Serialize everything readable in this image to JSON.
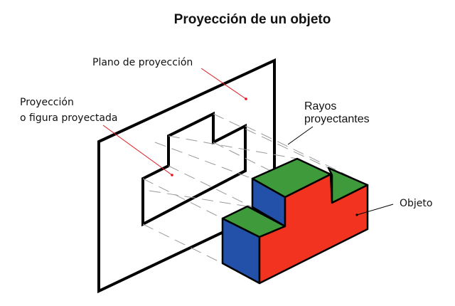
{
  "title": "Proyección de un objeto",
  "labels": {
    "plane": "Plano de proyección",
    "projection_line1": "Proyección",
    "projection_line2": "o figura proyectada",
    "rays_line1": "Rayos",
    "rays_line2": "proyectantes",
    "object": "Objeto"
  },
  "colors": {
    "top_face": "#3f9a3c",
    "side_face": "#2350a8",
    "front_face": "#f2331f",
    "outline": "#000000",
    "plane_leader": "#e0141c",
    "ray_dash": "#9a9a9a"
  }
}
